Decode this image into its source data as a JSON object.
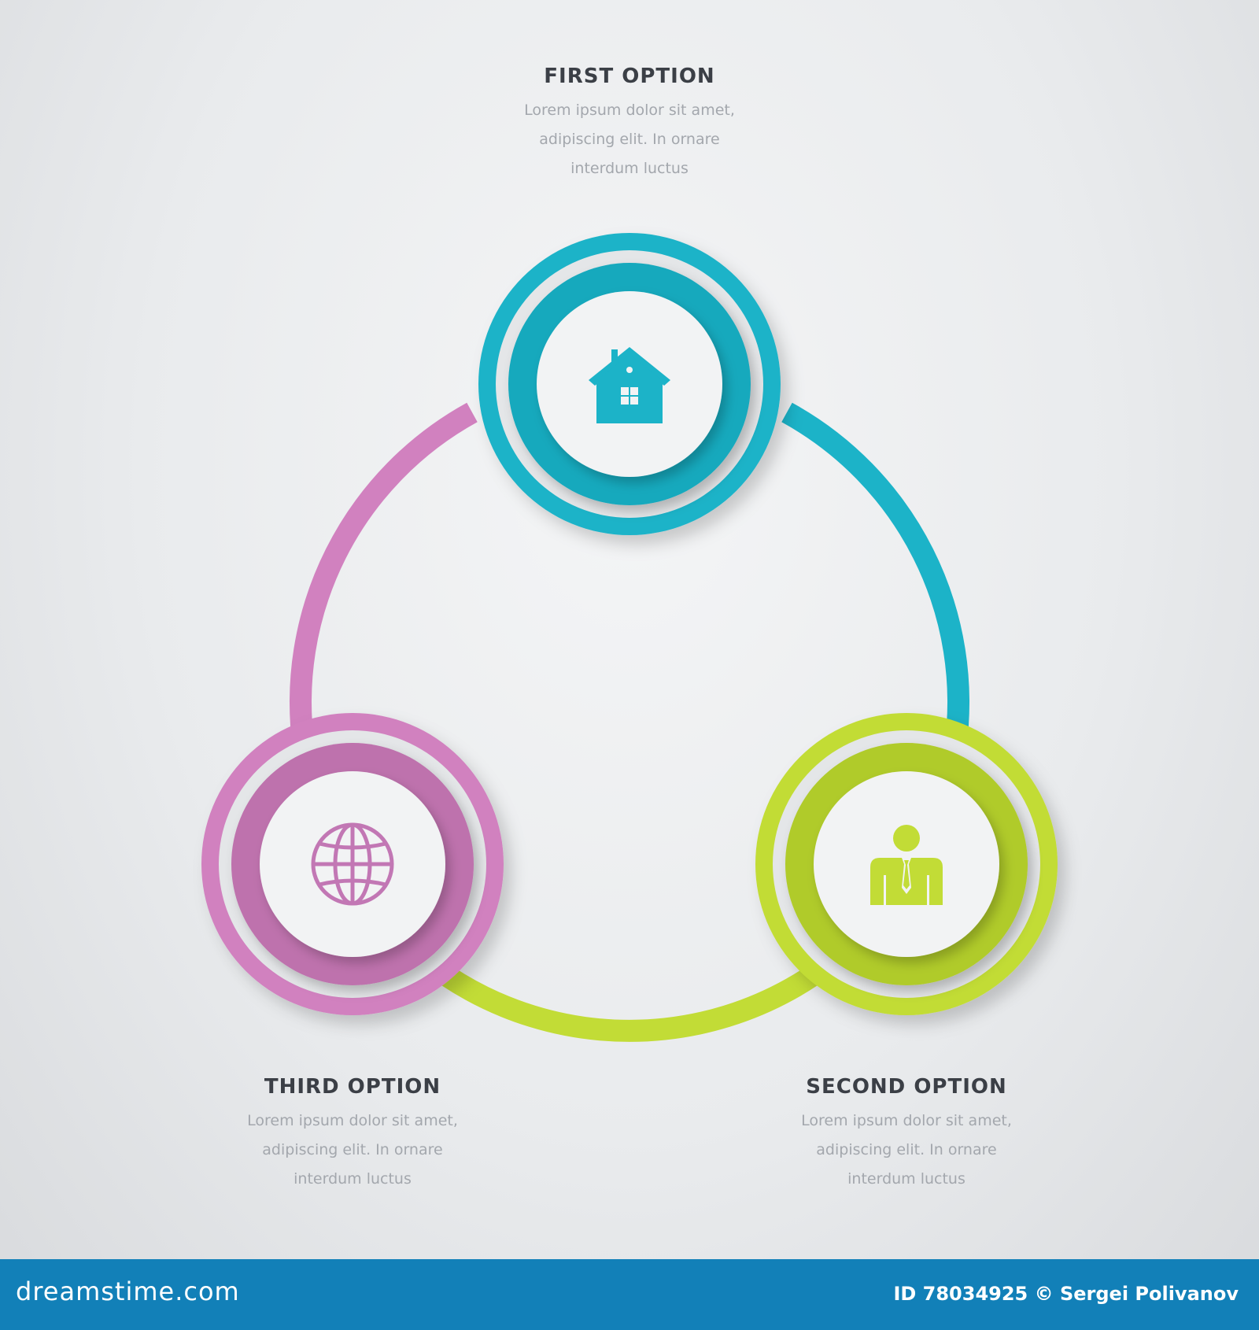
{
  "colors": {
    "first": "#1cb3c8",
    "first_dark": "#17a3b6",
    "second": "#c2dc36",
    "second_dark": "#b0cb2a",
    "third": "#d181bf",
    "third_dark": "#be72ad",
    "footer": "#1280b8"
  },
  "options": {
    "first": {
      "title": "FIRST OPTION",
      "line1": "Lorem ipsum dolor sit amet,",
      "line2": "adipiscing elit. In ornare",
      "line3": "interdum luctus",
      "icon": "house-icon"
    },
    "second": {
      "title": "SECOND OPTION",
      "line1": "Lorem ipsum dolor sit amet,",
      "line2": "adipiscing elit. In ornare",
      "line3": "interdum luctus",
      "icon": "businessman-icon"
    },
    "third": {
      "title": "THIRD OPTION",
      "line1": "Lorem ipsum dolor sit amet,",
      "line2": "adipiscing elit. In ornare",
      "line3": "interdum luctus",
      "icon": "globe-icon"
    }
  },
  "footer": {
    "brand": "dreamstime.com",
    "credit": "ID 78034925 © Sergei Polivanov"
  }
}
